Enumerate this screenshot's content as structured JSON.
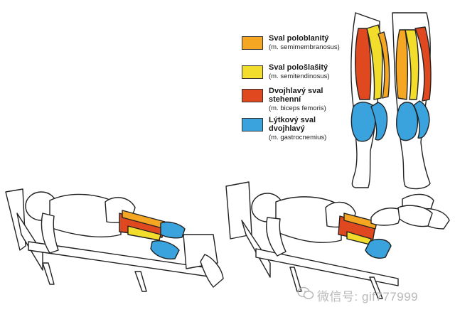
{
  "legend": [
    {
      "name": "Sval poloblanitý",
      "latin": "(m. semimembranosus)",
      "color": "#f5a623"
    },
    {
      "name": "Sval pološlašitý",
      "latin": "(m. semitendinosus)",
      "color": "#f2dc2c"
    },
    {
      "name": "Dvojhlavý sval stehenní",
      "latin": "(m. biceps femoris)",
      "color": "#e0491f"
    },
    {
      "name": "Lýtkový sval dvojhlavý",
      "latin": "(m. gastrocnemius)",
      "color": "#3aa2dc"
    }
  ],
  "watermark": {
    "text": "微信号: gif777999"
  }
}
